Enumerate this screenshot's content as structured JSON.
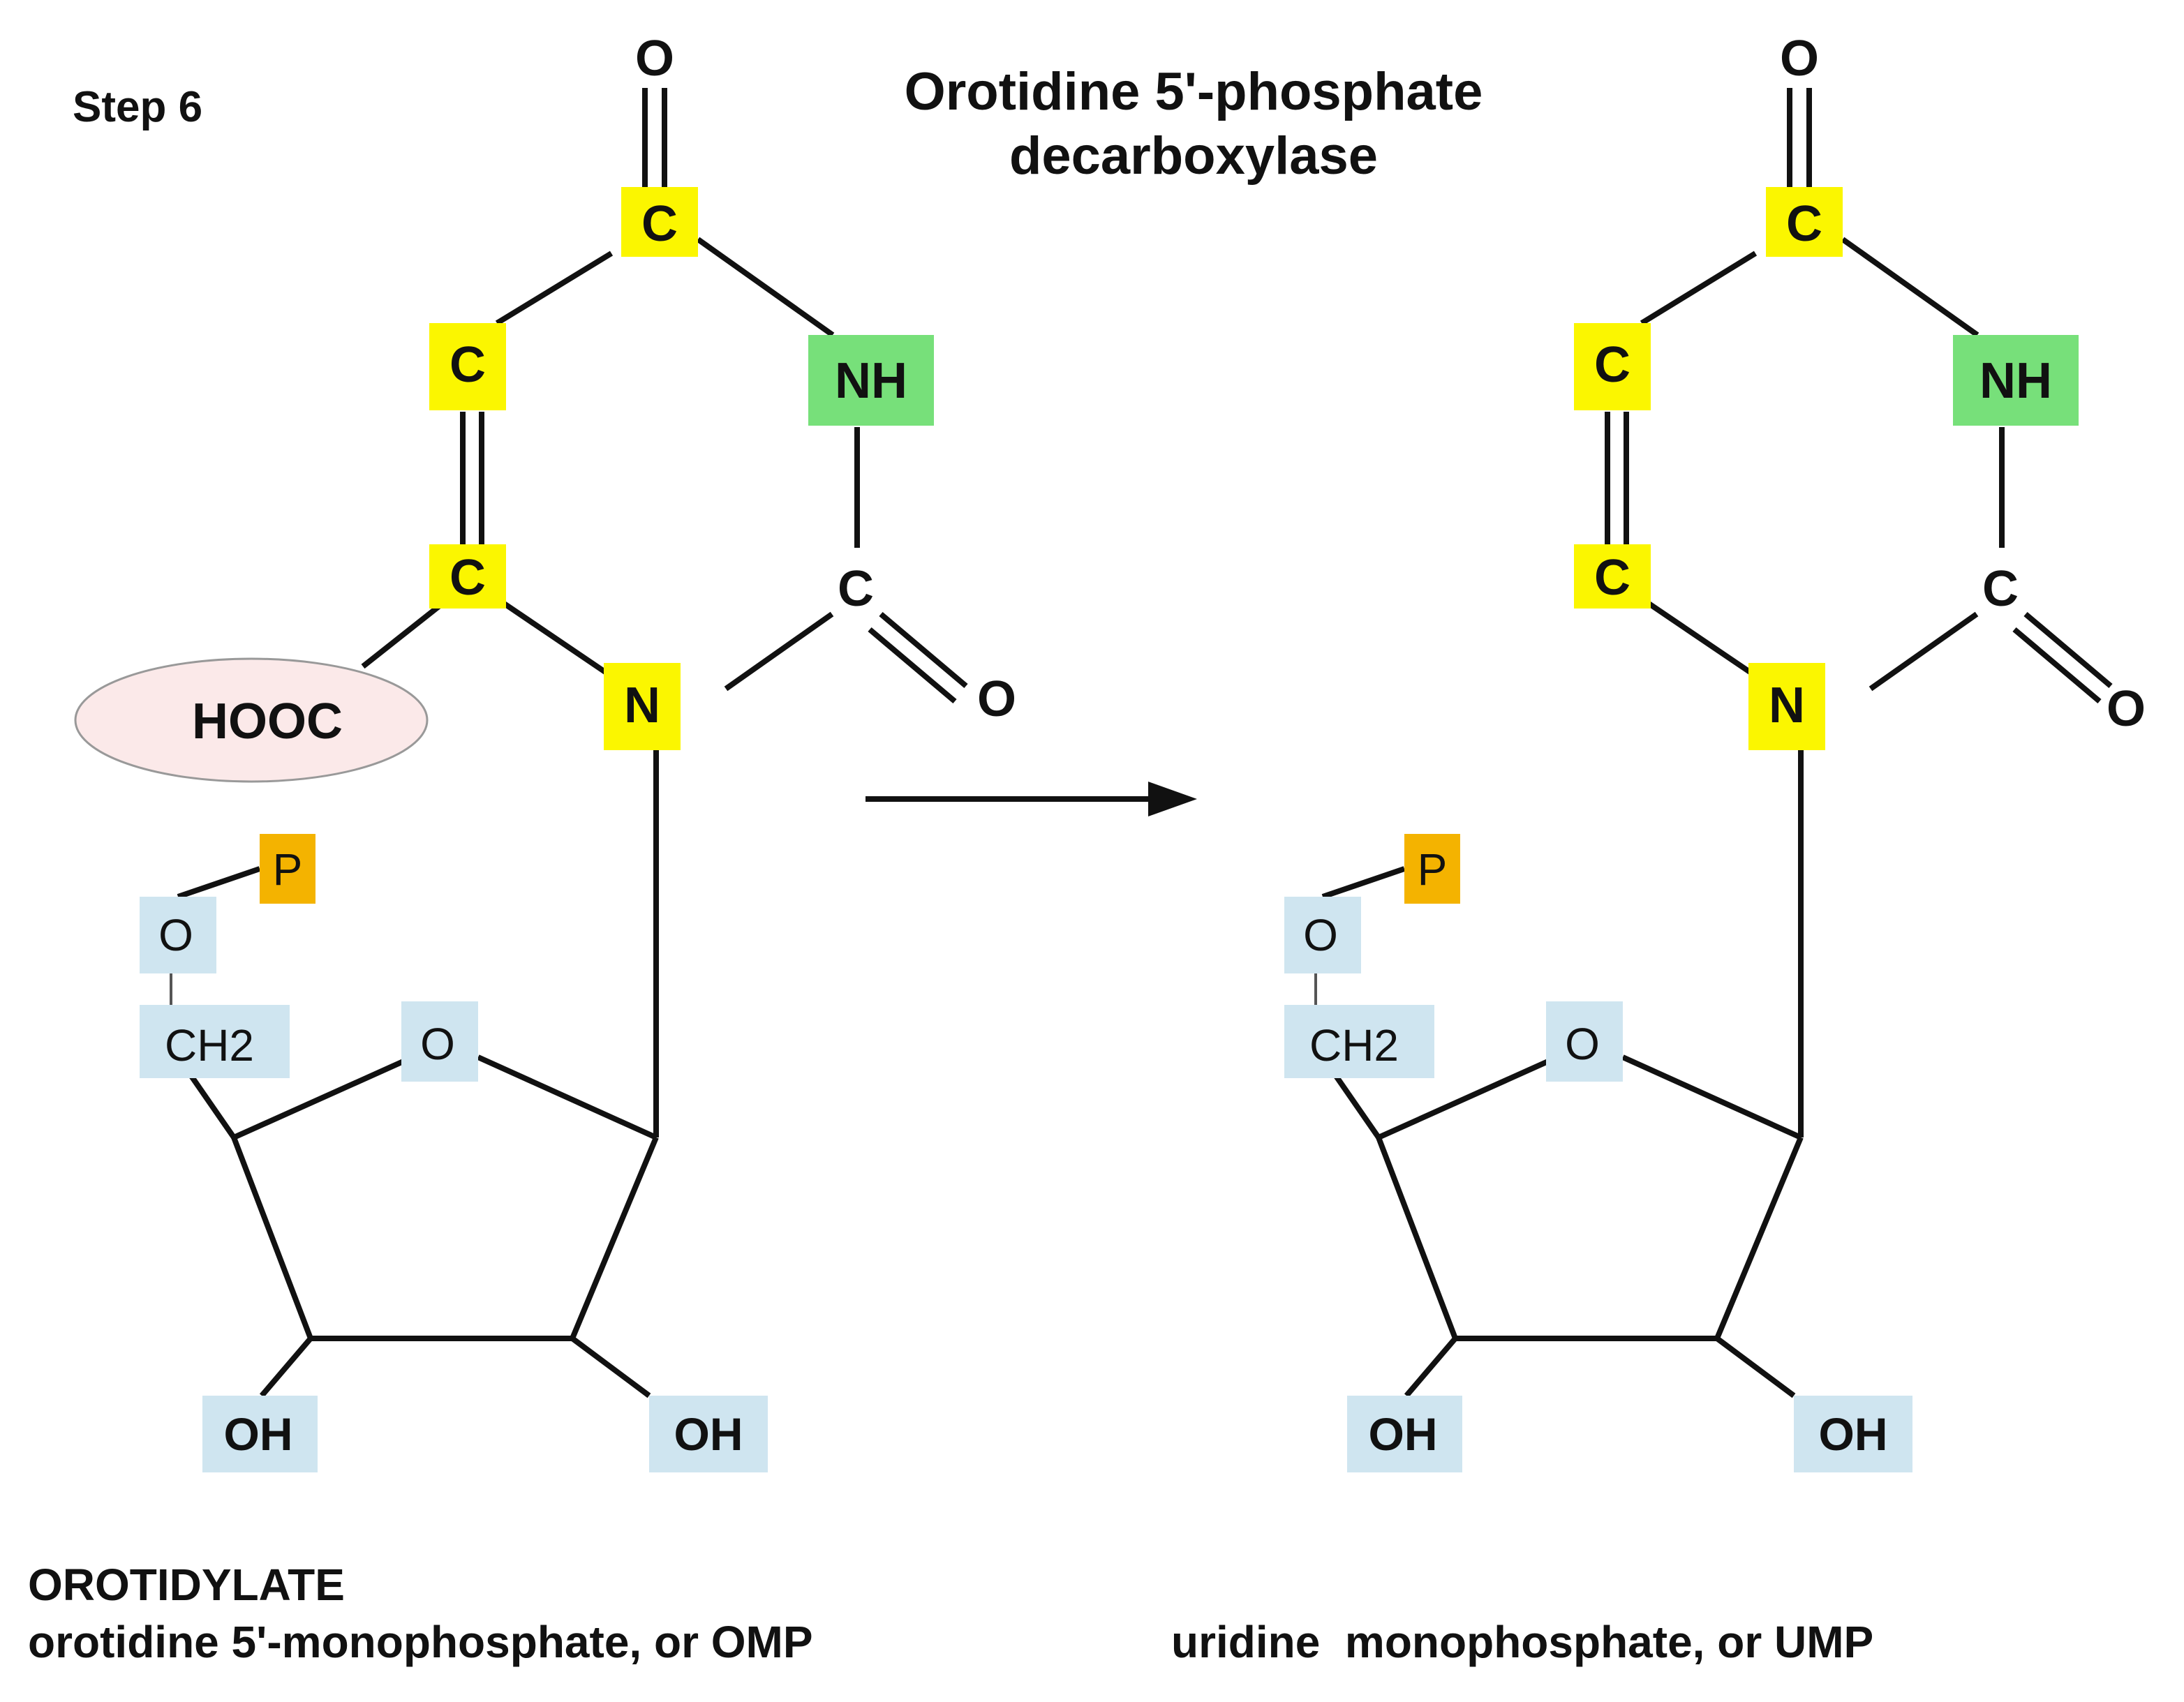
{
  "step_label": "Step 6",
  "enzyme": {
    "line1": "Orotidine 5'-phosphate",
    "line2": "decarboxylase"
  },
  "substrate": {
    "name_caps": "OROTIDYLATE",
    "name_full": "orotidine 5'-monophosphate, or OMP",
    "group": "HOOC"
  },
  "product": {
    "name_full": "uridine  monophosphate, or UMP"
  },
  "atoms": {
    "c": "C",
    "nh": "NH",
    "n": "N",
    "o": "O",
    "p": "P",
    "ch2": "CH2",
    "oh": "OH"
  },
  "colors": {
    "carbon_highlight": "#fbf600",
    "nitrogen_highlight": "#77e07a",
    "phosphate_highlight": "#f4b300",
    "sugar_highlight": "#cfe5f0",
    "carboxyl_ellipse": "#fbe9e9"
  },
  "arrow": "reaction-arrow"
}
